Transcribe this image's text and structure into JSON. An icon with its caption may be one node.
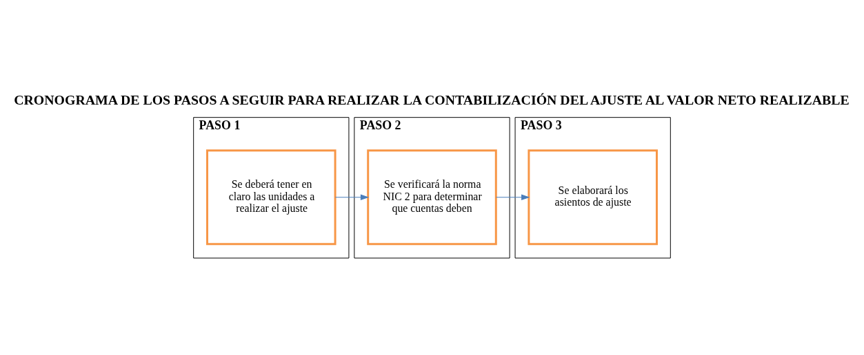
{
  "diagram": {
    "title": "CRONOGRAMA DE LOS PASOS A SEGUIR PARA REALIZAR LA CONTABILIZACIÓN DEL AJUSTE AL VALOR NETO REALIZABLE",
    "nodes": [
      {
        "text": [
          "PASO 1"
        ]
      },
      {
        "text": [
          "Se deberá tener en claro las unidades a realizar el ajuste"
        ],
        "in": 0
      },
      {
        "text": [
          "PASO 2"
        ]
      },
      {
        "text": [
          "Se verificará la norma NIC 2 para determinar que cuentas deben"
        ],
        "in": 2
      },
      {
        "text": [
          "PASO 3"
        ]
      },
      {
        "text": [
          "Se elaborará los asientos de ajuste"
        ],
        "in": 4
      }
    ],
    "edges": [
      {
        "from": 1,
        "to": 3,
        "arrow": "to"
      },
      {
        "from": 3,
        "to": 5,
        "arrow": "to"
      }
    ]
  }
}
